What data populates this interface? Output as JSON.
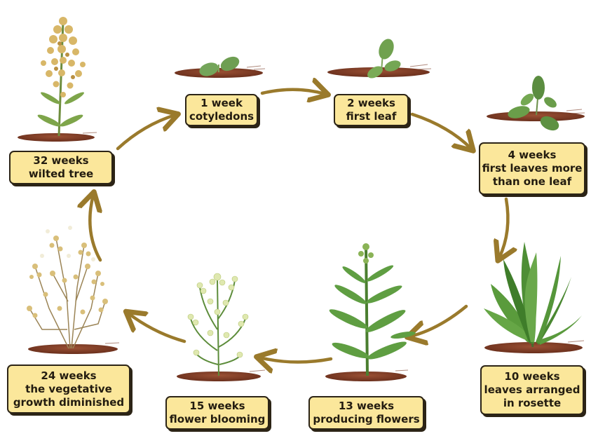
{
  "stages": [
    {
      "weeks": "1 week",
      "line1": "cotyledons",
      "line2": "",
      "plant": "cotyledon-seedling"
    },
    {
      "weeks": "2 weeks",
      "line1": "first leaf",
      "line2": "",
      "plant": "first-leaf-seedling"
    },
    {
      "weeks": "4 weeks",
      "line1": "first leaves more",
      "line2": "than one leaf",
      "plant": "young-leafy-plant"
    },
    {
      "weeks": "10 weeks",
      "line1": "leaves arranged",
      "line2": "in rosette",
      "plant": "rosette-plant"
    },
    {
      "weeks": "13 weeks",
      "line1": "producing flowers",
      "line2": "",
      "plant": "budding-stem-plant"
    },
    {
      "weeks": "15 weeks",
      "line1": "flower blooming",
      "line2": "",
      "plant": "blooming-plant"
    },
    {
      "weeks": "24 weeks",
      "line1": "the vegetative",
      "line2": "growth diminished",
      "plant": "dry-bushy-plant"
    },
    {
      "weeks": "32 weeks",
      "line1": "wilted tree",
      "line2": "",
      "plant": "wilted-tall-plant"
    }
  ],
  "colors": {
    "label_fill": "#fbe79b",
    "label_border": "#2c2416",
    "arrow": "#9a7a2c",
    "soil": "#7a3b25",
    "leaf": "#5e9a3c",
    "dry": "#c9a55c"
  }
}
